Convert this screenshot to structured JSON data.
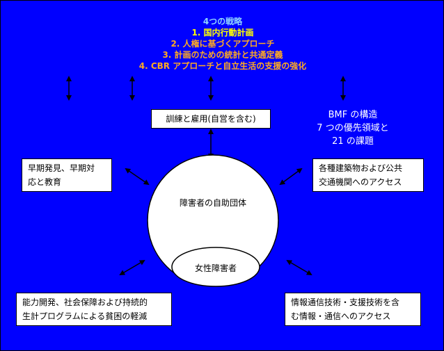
{
  "strategies": {
    "title": "4つの戦略",
    "items": [
      "1. 国内行動計画",
      "2. 人権に基づくアプローチ",
      "3. 計画のための統計と共通定義",
      "4. CBR アプローチと自立生活の支援の強化"
    ]
  },
  "training_box": "訓練と雇用(自営を含む)",
  "bmf": {
    "line1": "BMF の構造",
    "line2": "7 つの優先領域と",
    "line3": "21 の課題"
  },
  "early_box": {
    "line1": "早期発見、早期対",
    "line2": "応と教育"
  },
  "access_box": {
    "line1": "各種建築物および公共",
    "line2": "交通機関へのアクセス"
  },
  "center": {
    "label": "障害者の自助団体",
    "inner_label": "女性障害者"
  },
  "capacity_box": {
    "line1": "能力開発、社会保障および持続的",
    "line2": "生計プログラムによる貧困の軽減"
  },
  "ict_box": {
    "line1": "情報通信技術・支援技術を含",
    "line2": "む情報・通信へのアクセス"
  },
  "colors": {
    "background": "#0000ff",
    "strategy_title": "#8fd3ff",
    "strategy_item_1": "#ffff00",
    "strategy_items": "#ffaa22",
    "bmf_text": "#ffffff"
  }
}
